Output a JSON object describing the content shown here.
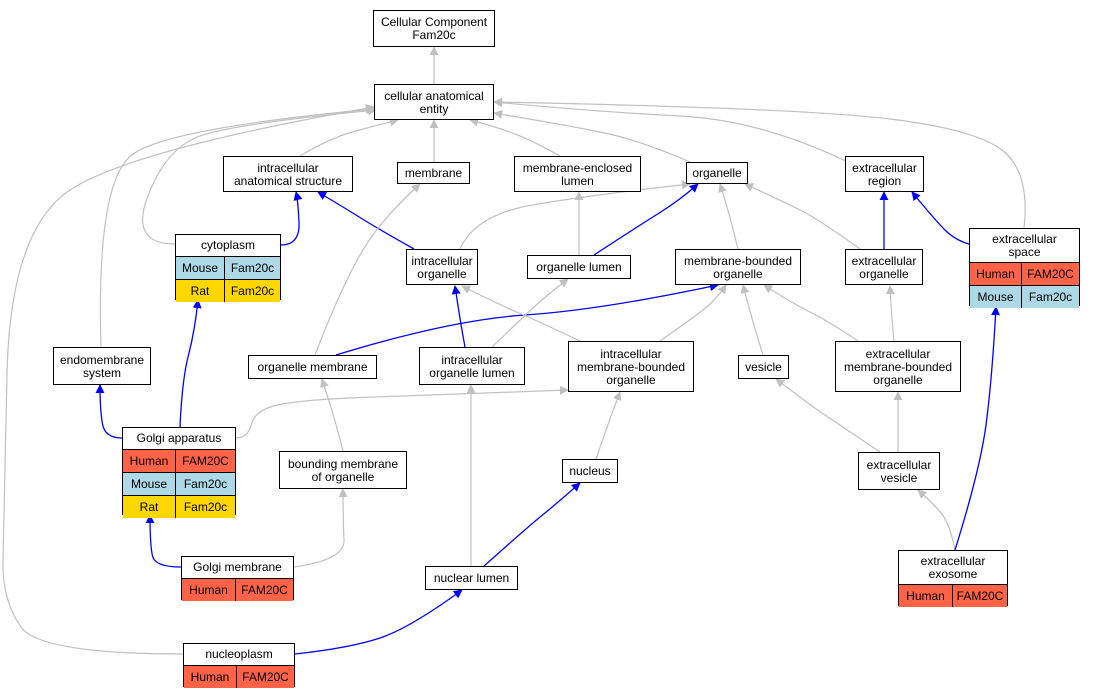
{
  "colors": {
    "human": "#ff6347",
    "mouse": "#add8e6",
    "rat": "#ffd700",
    "annotated_edge": "#0000ff",
    "ontology_edge": "#c0c0c0"
  },
  "nodes": {
    "root": {
      "label": "Cellular Component\nFam20c"
    },
    "cae": {
      "label": "cellular anatomical\nentity"
    },
    "ias": {
      "label": "intracellular\nanatomical structure"
    },
    "membrane": {
      "label": "membrane"
    },
    "mel": {
      "label": "membrane-enclosed\nlumen"
    },
    "organelle": {
      "label": "organelle"
    },
    "er": {
      "label": "extracellular\nregion"
    },
    "cytoplasm": {
      "label": "cytoplasm",
      "rows": [
        {
          "org": "Mouse",
          "gene": "Fam20c",
          "color": "mouse"
        },
        {
          "org": "Rat",
          "gene": "Fam20c",
          "color": "rat"
        }
      ]
    },
    "io": {
      "label": "intracellular\norganelle"
    },
    "ol": {
      "label": "organelle lumen"
    },
    "mbo": {
      "label": "membrane-bounded\norganelle"
    },
    "eo": {
      "label": "extracellular\norganelle"
    },
    "es": {
      "label": "extracellular\nspace",
      "rows": [
        {
          "org": "Human",
          "gene": "FAM20C",
          "color": "human"
        },
        {
          "org": "Mouse",
          "gene": "Fam20c",
          "color": "mouse"
        }
      ]
    },
    "ems": {
      "label": "endomembrane\nsystem"
    },
    "om": {
      "label": "organelle membrane"
    },
    "iol": {
      "label": "intracellular\norganelle lumen"
    },
    "imbo": {
      "label": "intracellular\nmembrane-bounded\norganelle"
    },
    "vesicle": {
      "label": "vesicle"
    },
    "embo": {
      "label": "extracellular\nmembrane-bounded\norganelle"
    },
    "golgi": {
      "label": "Golgi apparatus",
      "rows": [
        {
          "org": "Human",
          "gene": "FAM20C",
          "color": "human"
        },
        {
          "org": "Mouse",
          "gene": "Fam20c",
          "color": "mouse"
        },
        {
          "org": "Rat",
          "gene": "Fam20c",
          "color": "rat"
        }
      ]
    },
    "bmo": {
      "label": "bounding membrane\nof organelle"
    },
    "nucleus": {
      "label": "nucleus"
    },
    "ev": {
      "label": "extracellular\nvesicle"
    },
    "gm": {
      "label": "Golgi membrane",
      "rows": [
        {
          "org": "Human",
          "gene": "FAM20C",
          "color": "human"
        }
      ]
    },
    "nl": {
      "label": "nuclear lumen"
    },
    "exo": {
      "label": "extracellular\nexosome",
      "rows": [
        {
          "org": "Human",
          "gene": "FAM20C",
          "color": "human"
        }
      ]
    },
    "np": {
      "label": "nucleoplasm",
      "rows": [
        {
          "org": "Human",
          "gene": "FAM20C",
          "color": "human"
        }
      ]
    }
  },
  "edges": [
    {
      "from": "cae",
      "to": "root",
      "kind": "ontology"
    },
    {
      "from": "ias",
      "to": "cae",
      "kind": "ontology"
    },
    {
      "from": "membrane",
      "to": "cae",
      "kind": "ontology"
    },
    {
      "from": "mel",
      "to": "cae",
      "kind": "ontology"
    },
    {
      "from": "organelle",
      "to": "cae",
      "kind": "ontology"
    },
    {
      "from": "er",
      "to": "cae",
      "kind": "ontology"
    },
    {
      "from": "cytoplasm",
      "to": "cae",
      "kind": "ontology"
    },
    {
      "from": "es",
      "to": "cae",
      "kind": "ontology"
    },
    {
      "from": "ems",
      "to": "cae",
      "kind": "ontology"
    },
    {
      "from": "np",
      "to": "cae",
      "kind": "ontology"
    },
    {
      "from": "cytoplasm",
      "to": "ias",
      "kind": "annotated"
    },
    {
      "from": "io",
      "to": "ias",
      "kind": "annotated"
    },
    {
      "from": "io",
      "to": "organelle",
      "kind": "ontology"
    },
    {
      "from": "ol",
      "to": "mel",
      "kind": "ontology"
    },
    {
      "from": "ol",
      "to": "organelle",
      "kind": "annotated"
    },
    {
      "from": "mbo",
      "to": "organelle",
      "kind": "ontology"
    },
    {
      "from": "eo",
      "to": "organelle",
      "kind": "ontology"
    },
    {
      "from": "eo",
      "to": "er",
      "kind": "annotated"
    },
    {
      "from": "es",
      "to": "er",
      "kind": "annotated"
    },
    {
      "from": "om",
      "to": "membrane",
      "kind": "ontology"
    },
    {
      "from": "om",
      "to": "mbo",
      "kind": "annotated"
    },
    {
      "from": "iol",
      "to": "io",
      "kind": "annotated"
    },
    {
      "from": "iol",
      "to": "ol",
      "kind": "ontology"
    },
    {
      "from": "imbo",
      "to": "io",
      "kind": "ontology"
    },
    {
      "from": "imbo",
      "to": "mbo",
      "kind": "ontology"
    },
    {
      "from": "vesicle",
      "to": "mbo",
      "kind": "ontology"
    },
    {
      "from": "embo",
      "to": "mbo",
      "kind": "ontology"
    },
    {
      "from": "embo",
      "to": "eo",
      "kind": "ontology"
    },
    {
      "from": "golgi",
      "to": "cytoplasm",
      "kind": "annotated"
    },
    {
      "from": "golgi",
      "to": "ems",
      "kind": "annotated"
    },
    {
      "from": "golgi",
      "to": "imbo",
      "kind": "ontology"
    },
    {
      "from": "bmo",
      "to": "om",
      "kind": "ontology"
    },
    {
      "from": "nucleus",
      "to": "imbo",
      "kind": "ontology"
    },
    {
      "from": "ev",
      "to": "vesicle",
      "kind": "ontology"
    },
    {
      "from": "ev",
      "to": "embo",
      "kind": "ontology"
    },
    {
      "from": "gm",
      "to": "golgi",
      "kind": "annotated"
    },
    {
      "from": "gm",
      "to": "bmo",
      "kind": "ontology"
    },
    {
      "from": "nl",
      "to": "iol",
      "kind": "ontology"
    },
    {
      "from": "nl",
      "to": "nucleus",
      "kind": "annotated"
    },
    {
      "from": "exo",
      "to": "ev",
      "kind": "ontology"
    },
    {
      "from": "exo",
      "to": "es",
      "kind": "annotated"
    },
    {
      "from": "np",
      "to": "nl",
      "kind": "annotated"
    }
  ]
}
